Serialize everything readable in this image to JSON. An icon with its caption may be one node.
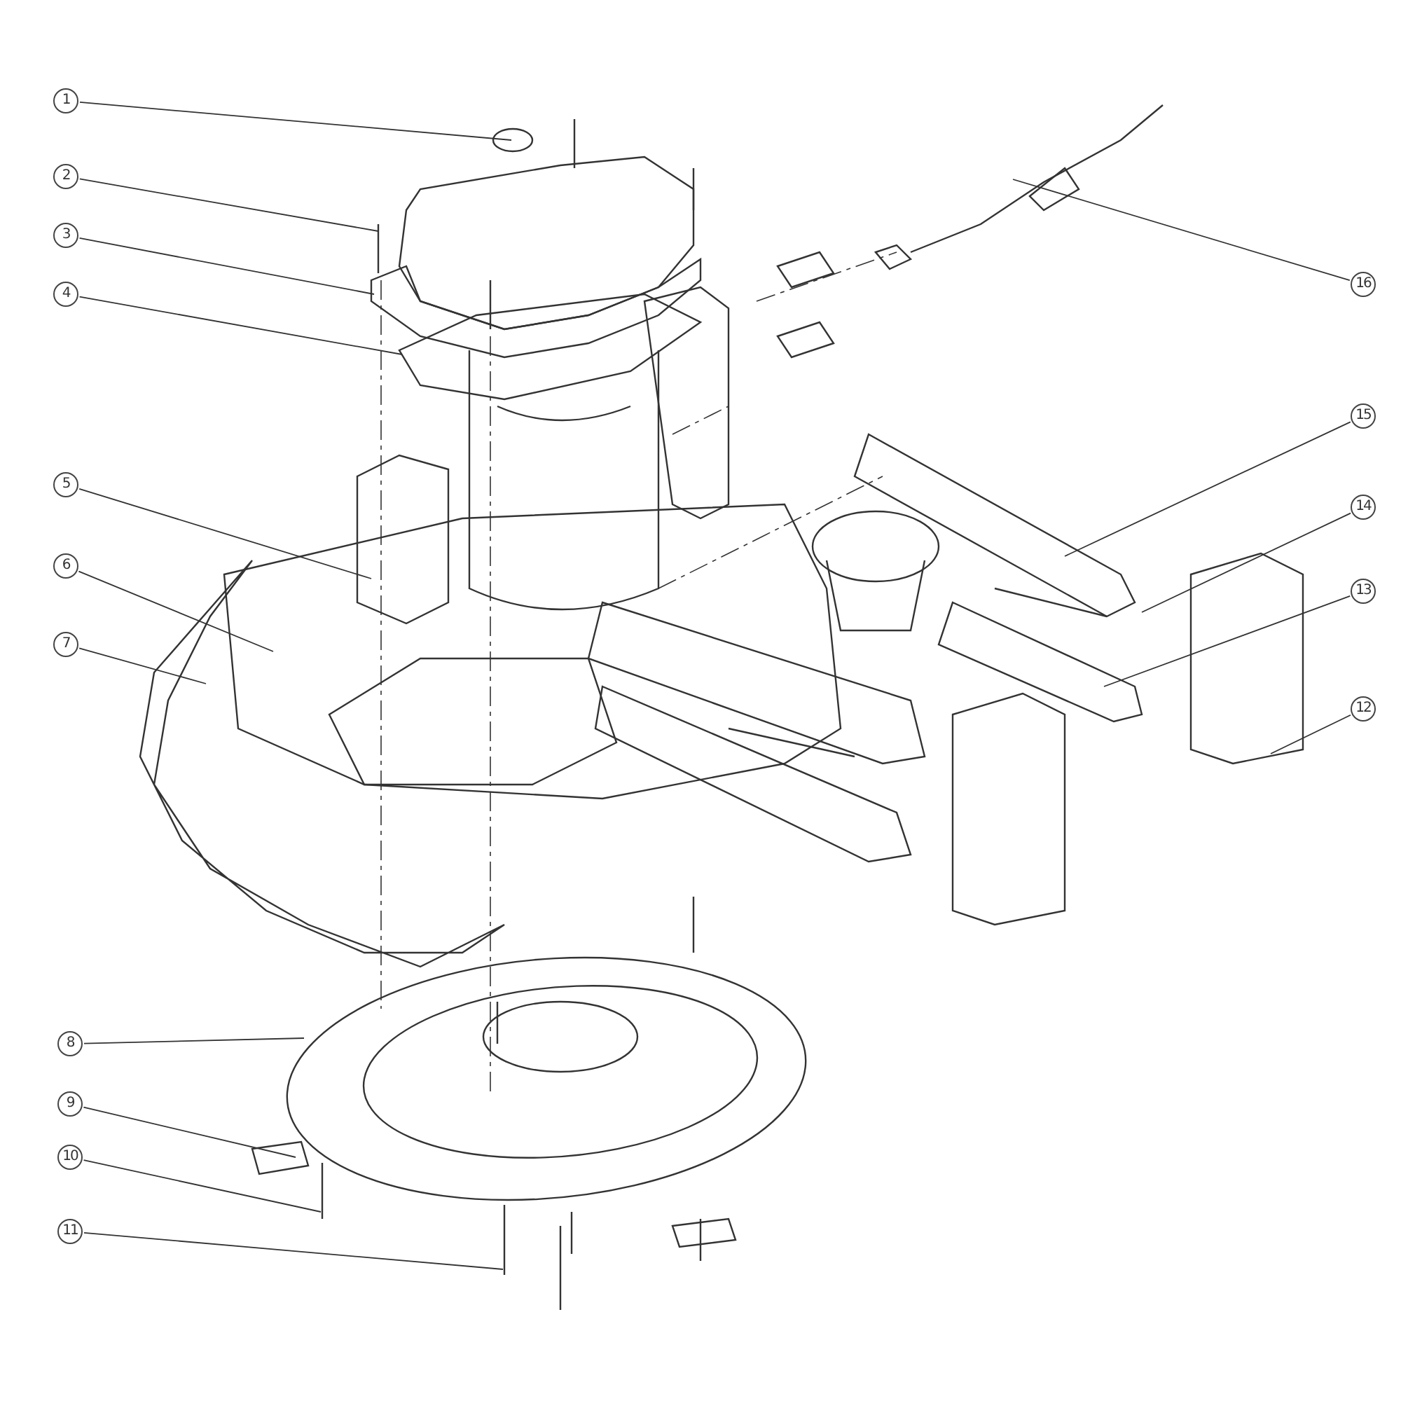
{
  "diagram": {
    "nodes": [
      {
        "text": [
          "1"
        ]
      },
      {
        "text": [
          "2"
        ]
      },
      {
        "text": [
          "3"
        ]
      },
      {
        "text": [
          "4"
        ]
      },
      {
        "text": [
          "5"
        ]
      },
      {
        "text": [
          "6"
        ]
      },
      {
        "text": [
          "7"
        ]
      },
      {
        "text": [
          "8"
        ]
      },
      {
        "text": [
          "9"
        ]
      },
      {
        "text": [
          "10"
        ]
      },
      {
        "text": [
          "11"
        ]
      },
      {
        "text": [
          "12"
        ]
      },
      {
        "text": [
          "13"
        ]
      },
      {
        "text": [
          "14"
        ]
      },
      {
        "text": [
          "15"
        ]
      },
      {
        "text": [
          "16"
        ]
      }
    ],
    "edges": [
      {
        "from": 0,
        "to": null,
        "arrow": "none"
      },
      {
        "from": 1,
        "to": null,
        "arrow": "none"
      },
      {
        "from": 2,
        "to": null,
        "arrow": "none"
      },
      {
        "from": 3,
        "to": null,
        "arrow": "none"
      },
      {
        "from": 4,
        "to": null,
        "arrow": "none"
      },
      {
        "from": 5,
        "to": null,
        "arrow": "none"
      },
      {
        "from": 6,
        "to": null,
        "arrow": "none"
      },
      {
        "from": 7,
        "to": null,
        "arrow": "none"
      },
      {
        "from": 8,
        "to": null,
        "arrow": "none"
      },
      {
        "from": 9,
        "to": null,
        "arrow": "none"
      },
      {
        "from": 10,
        "to": null,
        "arrow": "none"
      },
      {
        "from": 11,
        "to": null,
        "arrow": "none"
      },
      {
        "from": 12,
        "to": null,
        "arrow": "none"
      },
      {
        "from": 13,
        "to": null,
        "arrow": "none"
      },
      {
        "from": 14,
        "to": null,
        "arrow": "none"
      },
      {
        "from": 15,
        "to": null,
        "arrow": "none"
      }
    ]
  }
}
